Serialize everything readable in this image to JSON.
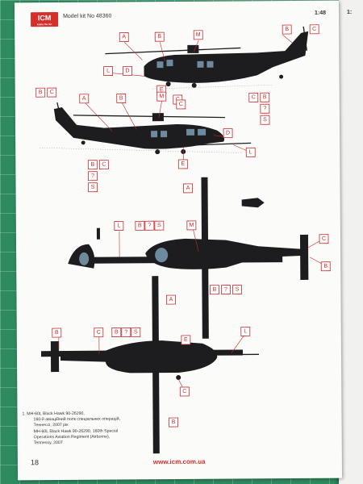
{
  "page": {
    "brand_logo": "ICM",
    "brand_tagline": "Enjoy the Art",
    "model_kit": "Model kit No 48360",
    "scale": "1:48",
    "next_page_scale": "1:",
    "page_number": "18",
    "website": "www.icm.com.ua",
    "caption_ua_line1": "1. MH-60L Black Hawk 90-26290,",
    "caption_ua_line2": "160-й авіаційний полк спеціальних операцій,",
    "caption_ua_line3": "Теннессі, 2007 рік",
    "caption_en_line1": "MH-60L Black Hawk 90-26290, 160th Special",
    "caption_en_line2": "Operations Aviation Regiment (Airborne),",
    "caption_en_line3": "Tennessy, 2007"
  },
  "callouts": {
    "A": "A",
    "B": "B",
    "C": "C",
    "D": "D",
    "E": "E",
    "L": "L",
    "M": "M",
    "S": "S",
    "Q": "?"
  },
  "colors": {
    "paint_black": "#1d1d1f",
    "glass": "#6d8a9e",
    "callout_red": "#c62828",
    "mat_green": "#2f8a5f"
  }
}
